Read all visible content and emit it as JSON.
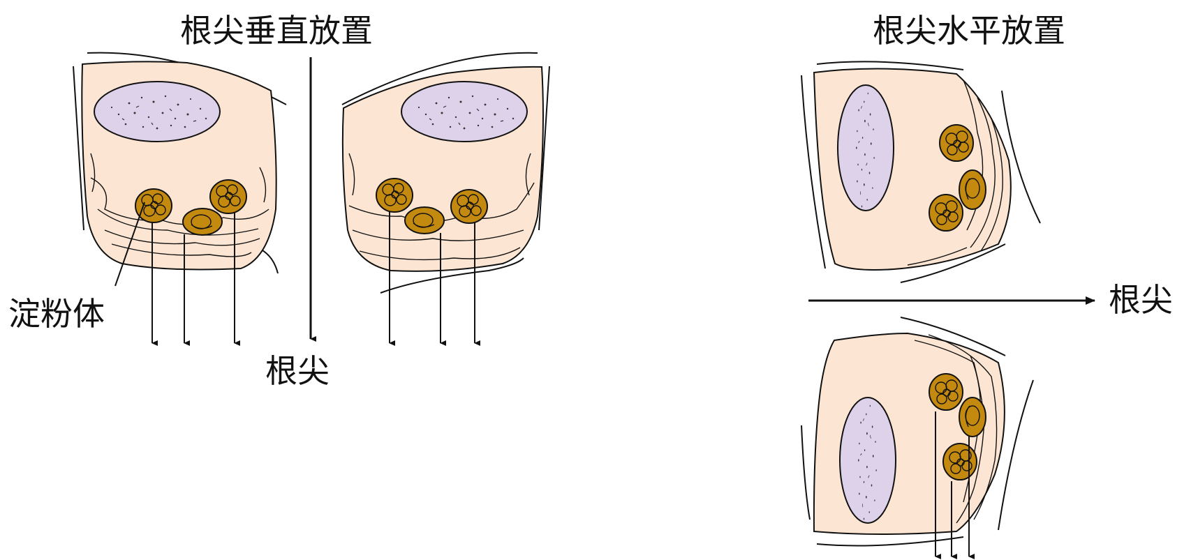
{
  "title_vertical": "根尖垂直放置",
  "title_horizontal": "根尖水平放置",
  "label_amyloplast": "淀粉体",
  "label_root_tip_vertical": "根尖",
  "label_root_tip_horizontal": "根尖",
  "colors": {
    "cytoplasm": "#fce6d3",
    "nucleus": "#ddd2ea",
    "amyloplast": "#c48a10",
    "amyloplast_dark": "#8a5c05",
    "stroke": "#111111"
  }
}
